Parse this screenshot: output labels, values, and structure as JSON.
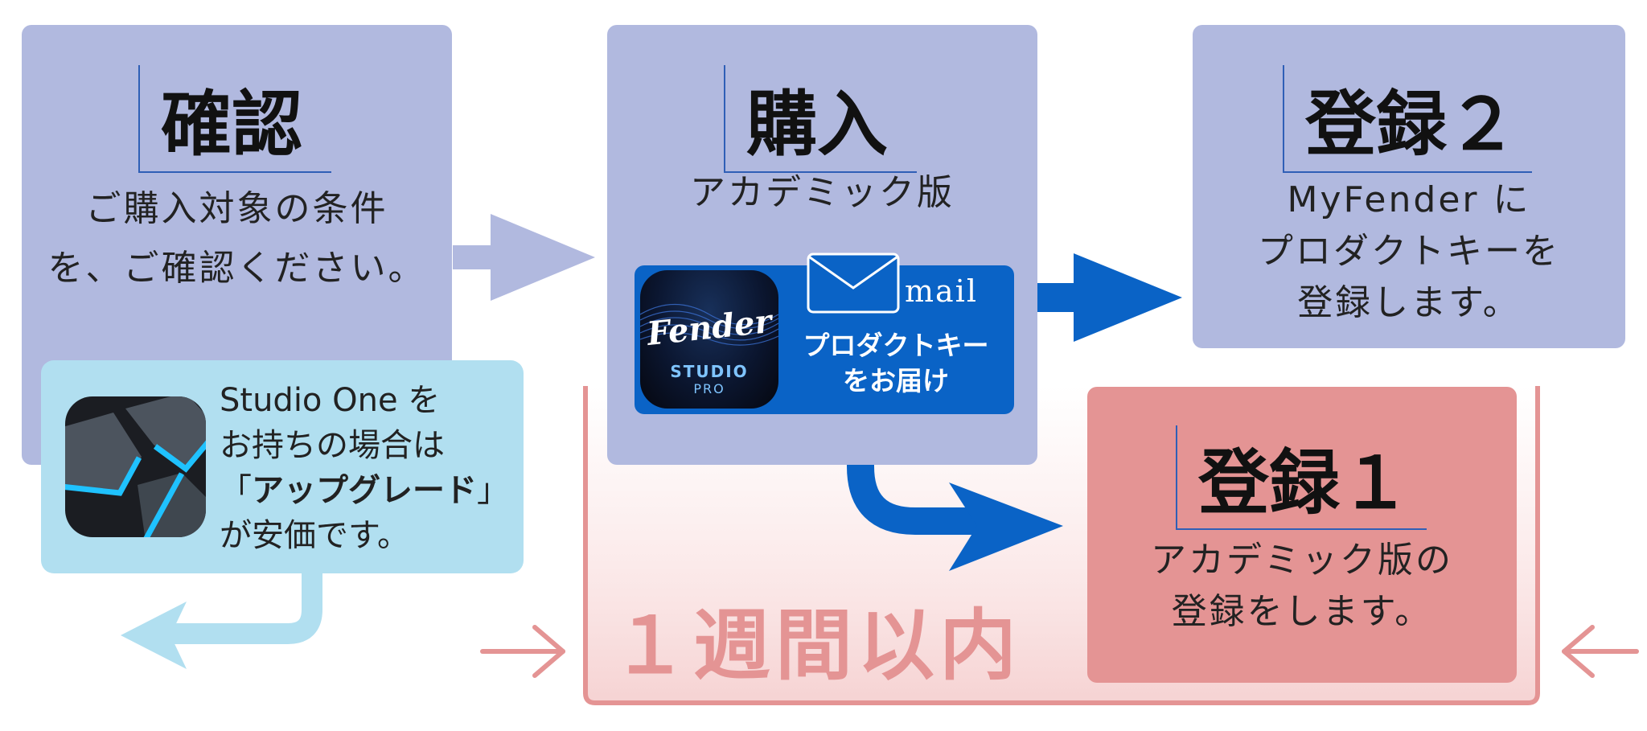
{
  "steps": {
    "confirm": {
      "title": "確認",
      "lines": [
        "ご購入対象の条件",
        "を、ご確認ください。"
      ]
    },
    "purchase": {
      "title": "購入",
      "subtitle": "アカデミック版",
      "mail_label": "mail",
      "delivery_lines": [
        "プロダクトキー",
        "をお届け"
      ],
      "app_icon": {
        "brand": "Fender",
        "line1": "STUDIO",
        "line2": "PRO"
      }
    },
    "register2": {
      "title": "登録２",
      "lines": [
        "MyFender に",
        "プロダクトキーを",
        "登録します。"
      ]
    },
    "register1": {
      "title": "登録１",
      "lines": [
        "アカデミック版の",
        "登録をします。"
      ]
    }
  },
  "upgrade_note": {
    "line1": "Studio One を",
    "line2": "お持ちの場合は",
    "highlight_open": "「",
    "highlight": "アップグレード",
    "highlight_close": "」",
    "line4": "が安価です。"
  },
  "period_label": "１週間以内",
  "icons": {
    "studio_one": "studio-one-app-icon",
    "fender": "fender-studio-pro-app-icon",
    "mail": "envelope-icon"
  },
  "colors": {
    "step_box": "#b1b9df",
    "register1_box": "#e49494",
    "note_box": "#b1dff0",
    "flow_arrow": "#0a63c6",
    "light_arrow": "#b1b9df",
    "period_frame": "#e49494"
  }
}
